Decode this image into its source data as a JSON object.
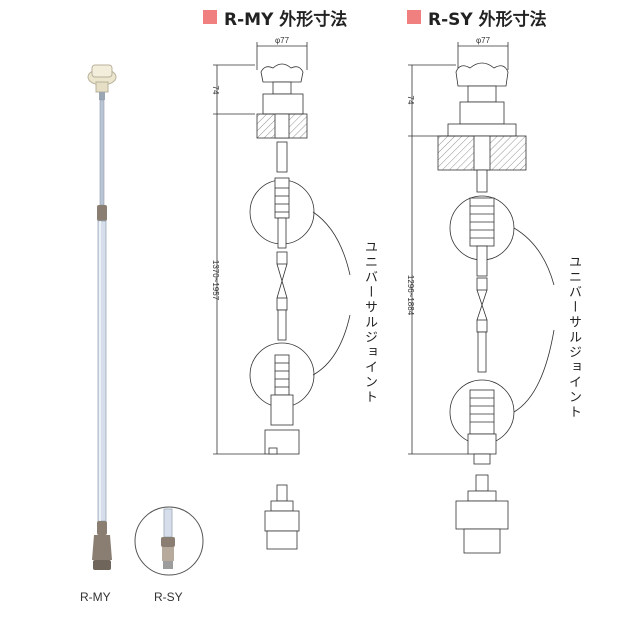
{
  "diagrams": [
    {
      "title": "R-MY 外形寸法",
      "diameter": "φ77",
      "top_dim": "74",
      "length_dim": "1370~1957",
      "joint_label": "ユニバーサルジョイント"
    },
    {
      "title": "R-SY 外形寸法",
      "diameter": "φ77",
      "top_dim": "74",
      "length_dim": "1296~1884",
      "joint_label": "ユニバーサルジョイント"
    }
  ],
  "photo_captions": {
    "main": "R-MY",
    "inset": "R-SY"
  },
  "colors": {
    "title_marker": "#f08080",
    "line": "#333333",
    "concrete": "#c8c8c8",
    "rod_photo": "#c9d4e4",
    "handle_photo": "#ece6cf",
    "sleeve_photo": "#8a7e72"
  }
}
